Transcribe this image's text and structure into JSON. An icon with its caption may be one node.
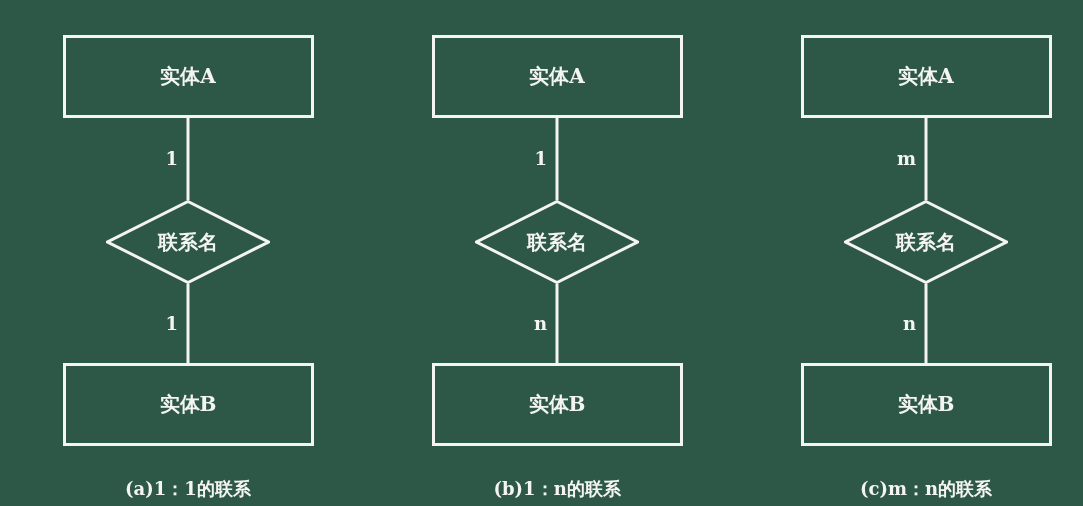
{
  "diagram": {
    "nodes": [
      {
        "text": [
          "实体A"
        ]
      },
      {
        "text": [
          "联系名"
        ]
      },
      {
        "text": [
          "实体B"
        ]
      },
      {
        "text": [
          "实体A"
        ]
      },
      {
        "text": [
          "联系名"
        ]
      },
      {
        "text": [
          "实体B"
        ]
      },
      {
        "text": [
          "实体A"
        ]
      },
      {
        "text": [
          "联系名"
        ]
      },
      {
        "text": [
          "实体B"
        ]
      }
    ],
    "edges": [
      {
        "from": 0,
        "to": 1,
        "arrow": "none",
        "label": "1"
      },
      {
        "from": 1,
        "to": 2,
        "arrow": "none",
        "label": "1"
      },
      {
        "from": 3,
        "to": 4,
        "arrow": "none",
        "label": "1"
      },
      {
        "from": 4,
        "to": 5,
        "arrow": "none",
        "label": "n"
      },
      {
        "from": 6,
        "to": 7,
        "arrow": "none",
        "label": "m"
      },
      {
        "from": 7,
        "to": 8,
        "arrow": "none",
        "label": "n"
      }
    ],
    "labels": [
      "(a)1：1的联系",
      "(b)1：n的联系",
      "(c)m：n的联系"
    ]
  }
}
